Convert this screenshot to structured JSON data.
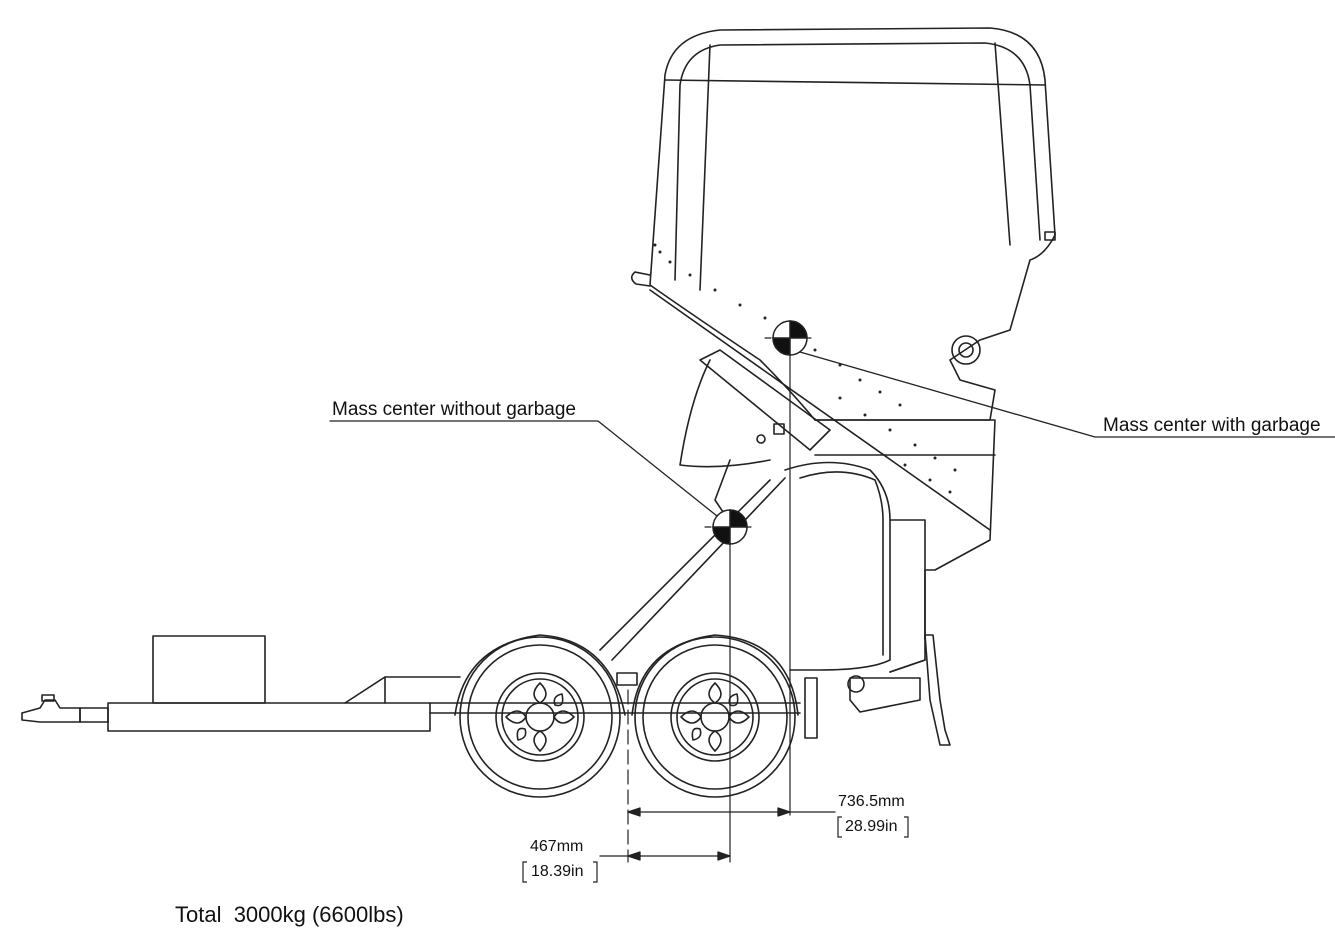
{
  "annotations": {
    "mass_center_without": "Mass center without garbage",
    "mass_center_with": "Mass center with garbage"
  },
  "dimensions": {
    "front": {
      "mm": "467mm",
      "in": "18.39in"
    },
    "rear": {
      "mm": "736.5mm",
      "in": "28.99in"
    }
  },
  "total": "Total  3000kg (6600lbs)",
  "colors": {
    "line": "#222222",
    "fill": "#ffffff"
  }
}
